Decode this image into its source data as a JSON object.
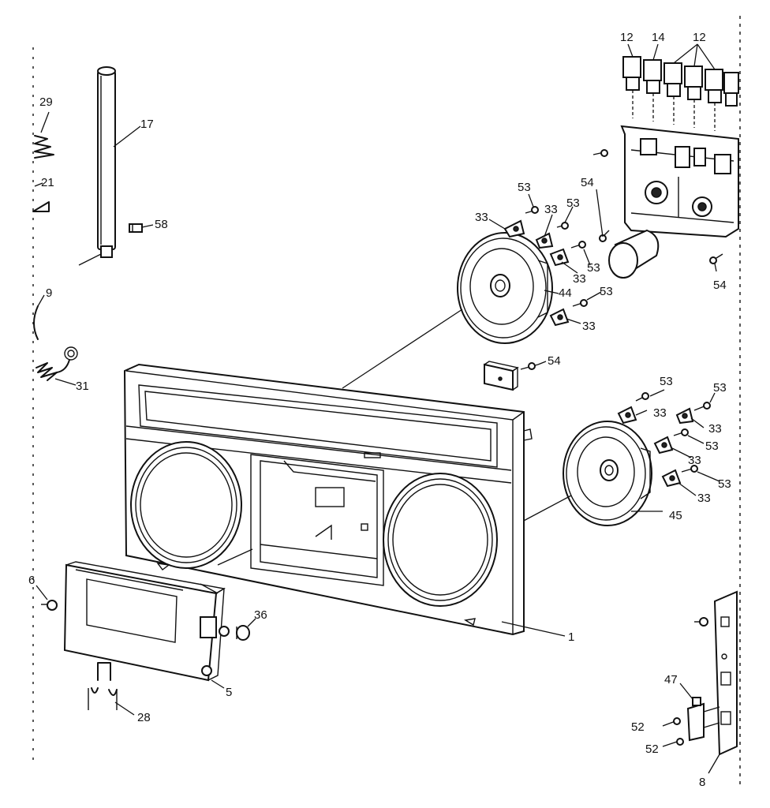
{
  "callouts": {
    "c29": "29",
    "c17": "17",
    "c21": "21",
    "c58": "58",
    "c9": "9",
    "c31": "31",
    "c12a": "12",
    "c14": "14",
    "c12b": "12",
    "c53a": "53",
    "c33a": "33",
    "c33b": "33",
    "c53b": "53",
    "c54a": "54",
    "c33c": "33",
    "c53c": "53",
    "c44": "44",
    "c53d": "53",
    "c33d": "33",
    "c54b": "54",
    "c54c": "54",
    "c53e": "53",
    "c53f": "53",
    "c33e": "33",
    "c33f": "33",
    "c33g": "33",
    "c53g": "53",
    "c53h": "53",
    "c33h": "33",
    "c45": "45",
    "c6": "6",
    "c36": "36",
    "c1": "1",
    "c5": "5",
    "c28": "28",
    "c47": "47",
    "c52a": "52",
    "c52b": "52",
    "c8": "8"
  }
}
